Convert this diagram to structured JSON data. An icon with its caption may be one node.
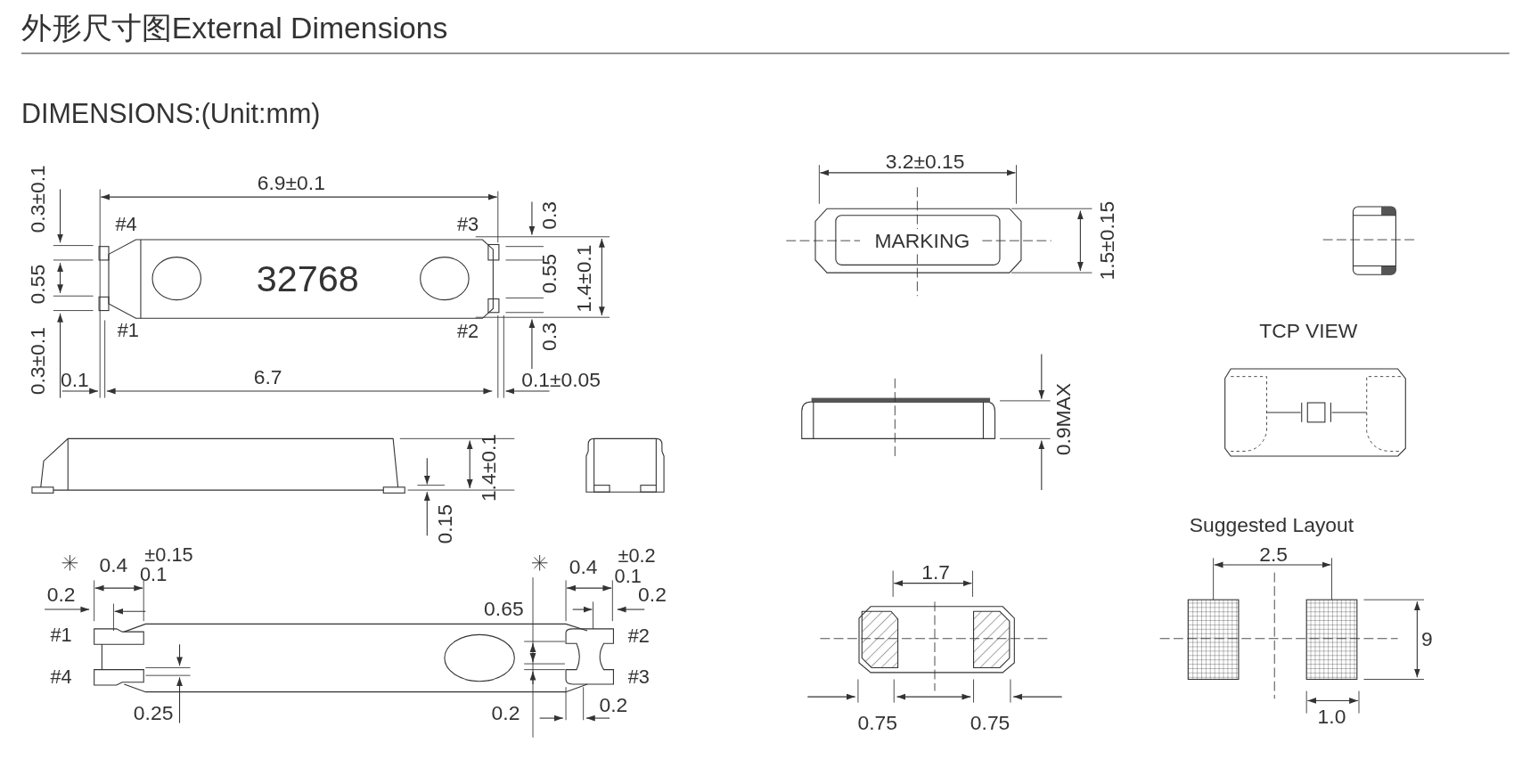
{
  "diagram": {
    "title": "外形尺寸图External Dimensions",
    "labels": [
      "DIMENSIONS:(Unit:mm)",
      "0.3±0.1",
      "6.9±0.1",
      "#4",
      "#3",
      "0.3",
      "0.55",
      "32768",
      "0.55",
      "1.4±0.1",
      "#1",
      "#2",
      "0.3",
      "0.3±0.1",
      "0.1",
      "6.7",
      "0.1±0.05",
      "1.4±0.1",
      "0.15",
      "0.4",
      "±0.15",
      "0.1",
      "0.4",
      "±0.2",
      "0.1",
      "0.2",
      "0.65",
      "0.2",
      "#1",
      "#2",
      "#4",
      "#3",
      "0.25",
      "0.2",
      "0.2",
      "3.2±0.15",
      "MARKING",
      "1.5±0.15",
      "TCP VIEW",
      "0.9MAX",
      "Suggested Layout",
      "2.5",
      "1.7",
      "9",
      "1.0",
      "0.75",
      "0.75"
    ]
  }
}
